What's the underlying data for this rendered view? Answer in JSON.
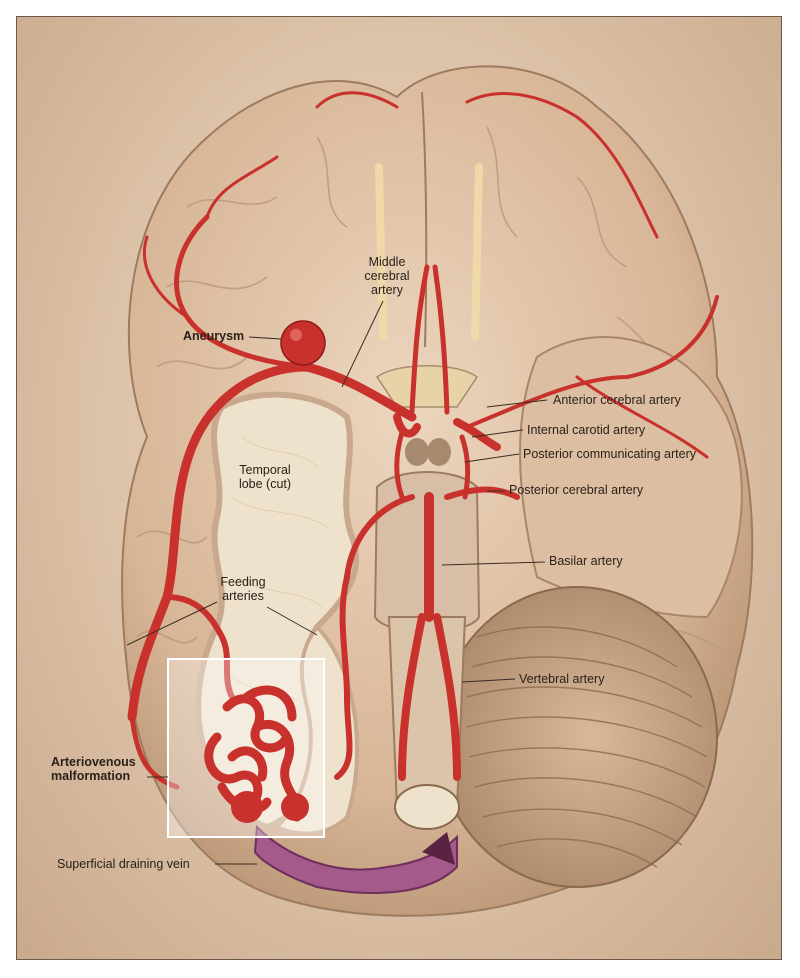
{
  "labels": {
    "middle_cerebral_artery": "Middle\ncerebral\nartery",
    "aneurysm": "Aneurysm",
    "anterior_cerebral_artery": "Anterior cerebral artery",
    "internal_carotid_artery": "Internal carotid artery",
    "posterior_communicating_artery": "Posterior communicating artery",
    "temporal_lobe_cut": "Temporal\nlobe (cut)",
    "posterior_cerebral_artery": "Posterior cerebral artery",
    "basilar_artery": "Basilar artery",
    "feeding_arteries": "Feeding\narteries",
    "vertebral_artery": "Vertebral artery",
    "arteriovenous_malformation": "Arteriovenous\nmalformation",
    "superficial_draining_vein": "Superficial draining vein"
  },
  "colors": {
    "artery": "#c8312c",
    "artery_dark": "#8f1c19",
    "brain": "#d9b99b",
    "brain_light": "#efdcc6",
    "cut_surface": "#efe2cd",
    "vein": "#a45a8a",
    "leader_line": "#3a2c22"
  }
}
